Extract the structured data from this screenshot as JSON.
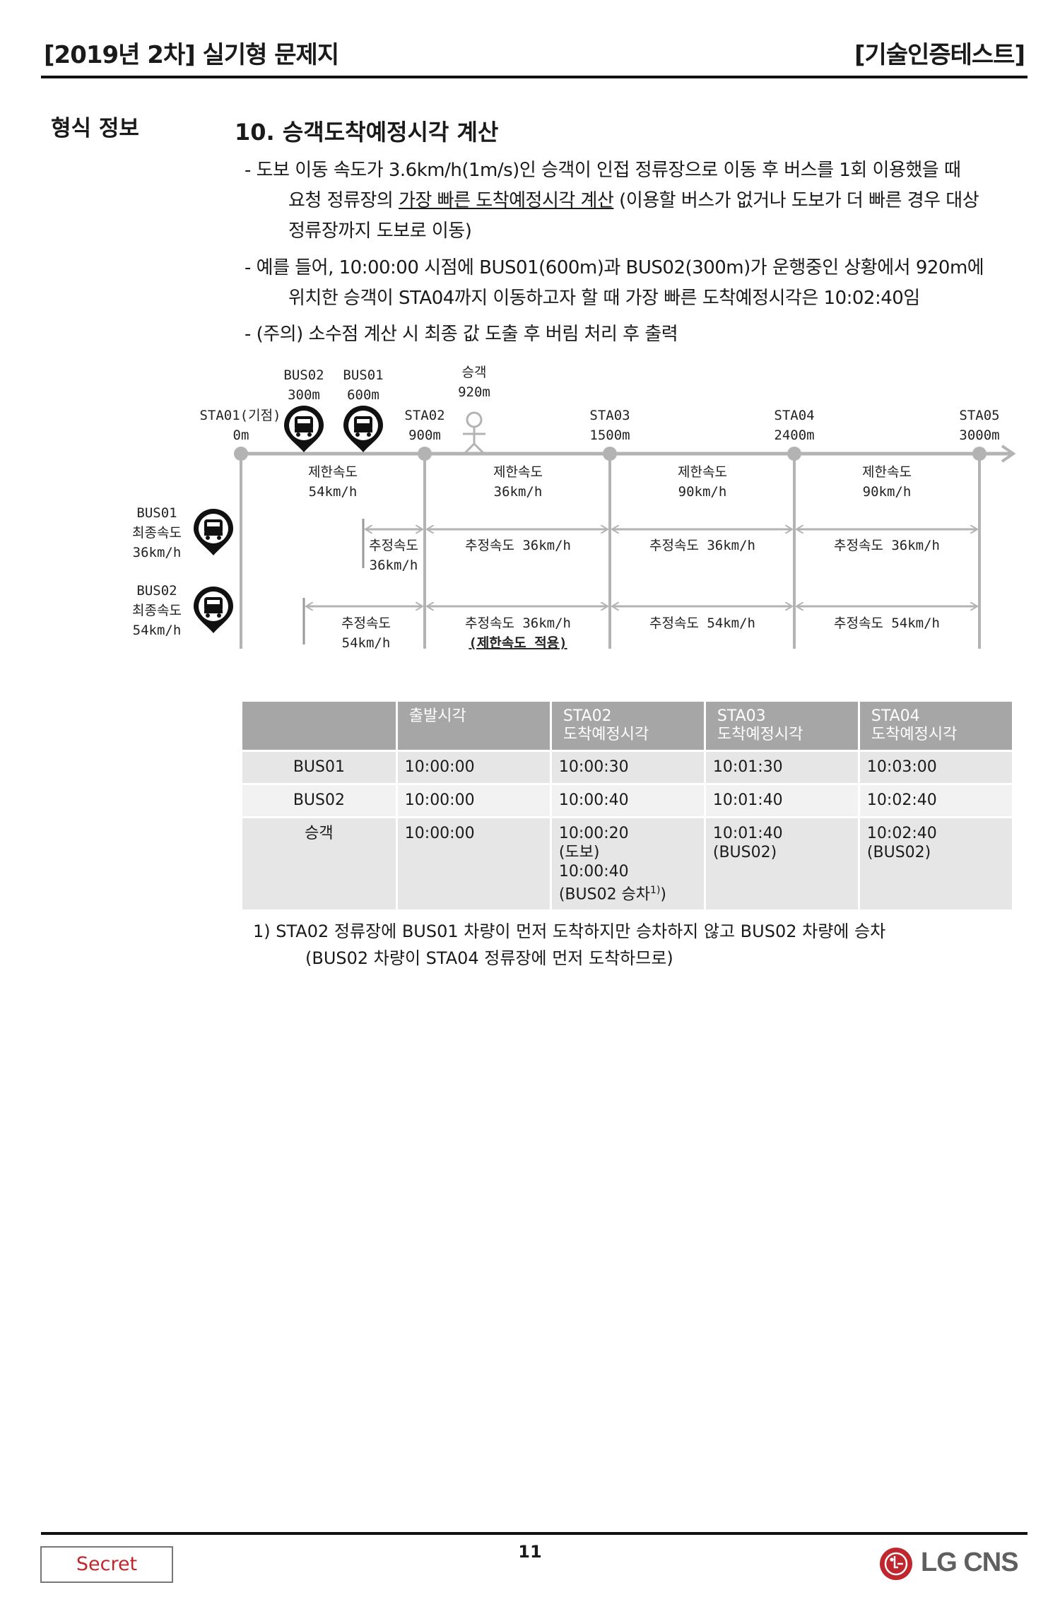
{
  "header": {
    "left": "[2019년 2차] 실기형 문제지",
    "right": "[기술인증테스트]"
  },
  "section": {
    "label": "형식 정보",
    "title": "10. 승객도착예정시각 계산",
    "bullets": {
      "b1_l1": "- 도보 이동 속도가 3.6km/h(1m/s)인 승객이 인접 정류장으로 이동 후 버스를 1회 이용했을 때",
      "b1_l2_pre": "요청 정류장의 ",
      "b1_l2_ul": "가장 빠른 도착예정시각 계산",
      "b1_l2_post": " (이용할 버스가 없거나 도보가 더 빠른 경우 대상",
      "b1_l3": "정류장까지 도보로 이동)",
      "b2_l1": "- 예를 들어, 10:00:00 시점에 BUS01(600m)과 BUS02(300m)가 운행중인 상황에서 920m에",
      "b2_l2": "위치한 승객이 STA04까지 이동하고자 할 때 가장 빠른 도착예정시각은 10:02:40임",
      "b3_l1": "- (주의) 소수점 계산 시 최종 값 도출 후 버림 처리 후 출력"
    }
  },
  "diagram": {
    "stations": [
      {
        "name": "STA01(기점)",
        "dist": "0m"
      },
      {
        "name": "STA02",
        "dist": "900m"
      },
      {
        "name": "STA03",
        "dist": "1500m"
      },
      {
        "name": "STA04",
        "dist": "2400m"
      },
      {
        "name": "STA05",
        "dist": "3000m"
      }
    ],
    "buses_on_line": [
      {
        "name": "BUS02",
        "dist": "300m"
      },
      {
        "name": "BUS01",
        "dist": "600m"
      }
    ],
    "passenger": {
      "name": "승객",
      "dist": "920m"
    },
    "limit_label": "제한속도",
    "limits": [
      "54km/h",
      "36km/h",
      "90km/h",
      "90km/h"
    ],
    "bus_legend": [
      {
        "name": "BUS01",
        "label": "최종속도",
        "speed": "36km/h"
      },
      {
        "name": "BUS02",
        "label": "최종속도",
        "speed": "54km/h"
      }
    ],
    "est_label": "추정속도",
    "bus01_est": [
      "36km/h",
      "추정속도  36km/h",
      "추정속도  36km/h",
      "추정속도  36km/h"
    ],
    "bus02_est": [
      "54km/h",
      "추정속도  36km/h",
      "추정속도  54km/h",
      "추정속도  54km/h"
    ],
    "limit_applied": "(제한속도 적용)"
  },
  "table": {
    "headers": [
      {
        "l1": "",
        "l2": ""
      },
      {
        "l1": "출발시각",
        "l2": ""
      },
      {
        "l1": "STA02",
        "l2": "도착예정시각"
      },
      {
        "l1": "STA03",
        "l2": "도착예정시각"
      },
      {
        "l1": "STA04",
        "l2": "도착예정시각"
      }
    ],
    "rows": [
      {
        "label": "BUS01",
        "dep": "10:00:00",
        "s2": "10:00:30",
        "s3": "10:01:30",
        "s4": "10:03:00"
      },
      {
        "label": "BUS02",
        "dep": "10:00:00",
        "s2": "10:00:40",
        "s3": "10:01:40",
        "s4": "10:02:40"
      },
      {
        "label": "승객",
        "dep": "10:00:00",
        "s2": [
          "10:00:20",
          "(도보)",
          "10:00:40",
          "(BUS02 승차"
        ],
        "s2_sup": "1)",
        "s2_close": ")",
        "s3": [
          "10:01:40",
          "(BUS02)"
        ],
        "s4": [
          "10:02:40",
          "(BUS02)"
        ]
      }
    ]
  },
  "footnote": {
    "l1": "1) STA02 정류장에 BUS01 차량이 먼저 도착하지만 승차하지 않고 BUS02 차량에 승차",
    "l2": "(BUS02 차량이 STA04 정류장에 먼저 도착하므로)"
  },
  "footer": {
    "secret": "Secret",
    "page": "11",
    "logo": "LG CNS"
  },
  "colors": {
    "accent": "#c0262e",
    "line": "#b3b3b3",
    "header_bg": "#a6a6a6"
  }
}
